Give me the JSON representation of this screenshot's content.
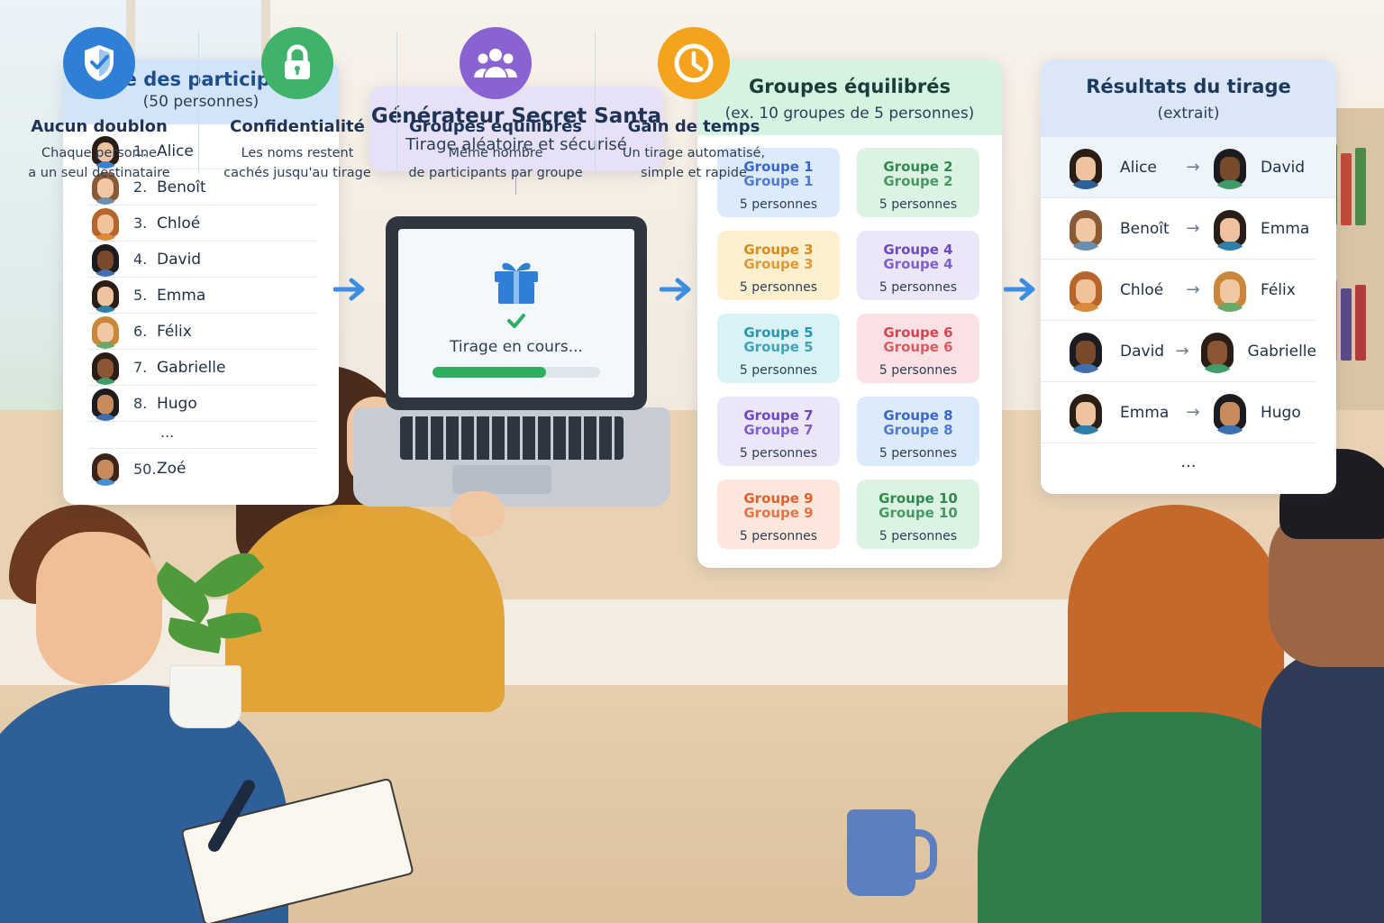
{
  "participants": {
    "title": "Liste des participants",
    "subtitle": "(50 personnes)",
    "items": [
      {
        "num": "1.",
        "name": "Alice"
      },
      {
        "num": "2.",
        "name": "Benoît"
      },
      {
        "num": "3.",
        "name": "Chloé"
      },
      {
        "num": "4.",
        "name": "David"
      },
      {
        "num": "5.",
        "name": "Emma"
      },
      {
        "num": "6.",
        "name": "Félix"
      },
      {
        "num": "7.",
        "name": "Gabrielle"
      },
      {
        "num": "8.",
        "name": "Hugo"
      }
    ],
    "ellipsis": "...",
    "last": {
      "num": "50.",
      "name": "Zoé"
    }
  },
  "generator": {
    "title": "Générateur Secret Santa",
    "subtitle": "Tirage aléatoire et sécurisé",
    "status": "Tirage en cours...",
    "progress": 0.68
  },
  "groups": {
    "title": "Groupes équilibrés",
    "subtitle": "(ex. 10 groupes de 5 personnes)",
    "items": [
      {
        "name": "Groupe 1",
        "count": "5 personnes",
        "bg": "#dcebfb",
        "color": "#3a66c9"
      },
      {
        "name": "Groupe 2",
        "count": "5 personnes",
        "bg": "#dcf3e3",
        "color": "#2e8a4e"
      },
      {
        "name": "Groupe 3",
        "count": "5 personnes",
        "bg": "#fcf0cf",
        "color": "#d98a1e"
      },
      {
        "name": "Groupe 4",
        "count": "5 personnes",
        "bg": "#ece6f9",
        "color": "#6d48c2"
      },
      {
        "name": "Groupe 5",
        "count": "5 personnes",
        "bg": "#d9f2f6",
        "color": "#2796b0"
      },
      {
        "name": "Groupe 6",
        "count": "5 personnes",
        "bg": "#fbe1e4",
        "color": "#d8434f"
      },
      {
        "name": "Groupe 7",
        "count": "5 personnes",
        "bg": "#ece6f9",
        "color": "#6d48c2"
      },
      {
        "name": "Groupe 8",
        "count": "5 personnes",
        "bg": "#dcebfb",
        "color": "#3a66c9"
      },
      {
        "name": "Groupe 9",
        "count": "5 personnes",
        "bg": "#fde7dc",
        "color": "#e0602e"
      },
      {
        "name": "Groupe 10",
        "count": "5 personnes",
        "bg": "#dcf3e3",
        "color": "#2e8a4e"
      }
    ]
  },
  "results": {
    "title": "Résultats du tirage",
    "subtitle": "(extrait)",
    "arrow": "→",
    "pairs": [
      {
        "giver": "Alice",
        "receiver": "David"
      },
      {
        "giver": "Benoît",
        "receiver": "Emma"
      },
      {
        "giver": "Chloé",
        "receiver": "Félix"
      },
      {
        "giver": "David",
        "receiver": "Gabrielle"
      },
      {
        "giver": "Emma",
        "receiver": "Hugo"
      }
    ],
    "more": "..."
  },
  "features": [
    {
      "title": "Aucun doublon",
      "line1": "Chaque personne",
      "line2": "a un seul destinataire",
      "color": "#2f7fd6",
      "icon": "shield-check-icon"
    },
    {
      "title": "Confidentialité",
      "line1": "Les noms restent",
      "line2": "cachés jusqu'au tirage",
      "color": "#3fb36c",
      "icon": "lock-icon"
    },
    {
      "title": "Groupes équilibrés",
      "line1": "Même nombre",
      "line2": "de participants par groupe",
      "color": "#8a63d2",
      "icon": "people-icon"
    },
    {
      "title": "Gain de temps",
      "line1": "Un tirage automatisé,",
      "line2": "simple et rapide",
      "color": "#f5a21e",
      "icon": "clock-icon"
    }
  ]
}
